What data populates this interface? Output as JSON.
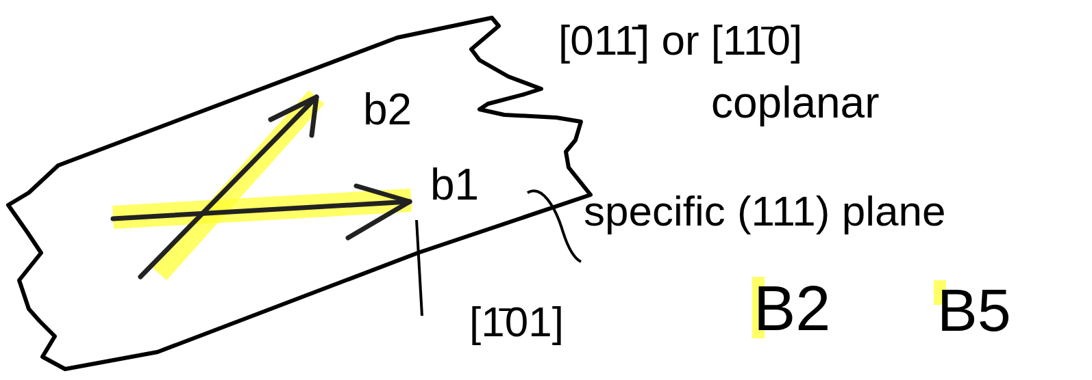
{
  "diagram": {
    "labels": [
      "[011̄] or [11̄0]",
      "coplanar",
      "b2",
      "b1",
      "specific (111) plane",
      "[1̄01]",
      "B2",
      "B5"
    ]
  }
}
